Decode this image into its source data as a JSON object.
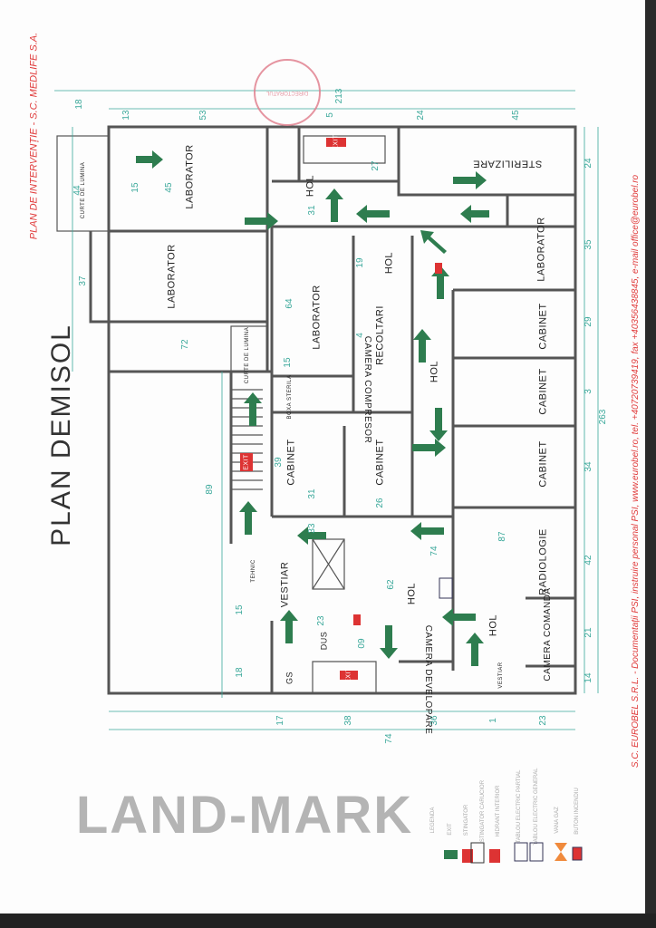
{
  "header": {
    "title": "PLAN DE INTERVENȚIE - S.C. MEDLIFE S.A.",
    "plan_title": "PLAN DEMISOL",
    "watermark": "LAND-MARK",
    "stamp": "DIRECTORATUL"
  },
  "footer": "S.C. EUROBEL S.R.L. - Documentații PSI, instruire personal PSI, www.eurobel.ro, tel. +40720739419, fax +40356438845, e-mail office@eurobel.ro",
  "rooms": [
    "LABORATOR",
    "LABORATOR",
    "LABORATOR",
    "LABORATOR",
    "CURTE DE LUMINA",
    "CURTE DE LUMINA",
    "HOL",
    "HOL",
    "HOL",
    "HOL",
    "HOL",
    "RECOLTARI",
    "CAMERA COMPRESOR",
    "BOXA STERILA",
    "CABINET",
    "CABINET",
    "CABINET",
    "CABINET",
    "CABINET",
    "RADIOLOGIE",
    "CAMERA COMANDA",
    "VESTIAR",
    "DUS",
    "GS",
    "TEHNIC",
    "VESTIAR",
    "STERILIZARE",
    "CAMERA DEVELOPARE"
  ],
  "exit_label": "EXIT",
  "dims": {
    "top": [
      "18",
      "13",
      "53",
      "5",
      "24",
      "45",
      "213"
    ],
    "right": [
      "24",
      "35",
      "29",
      "3",
      "34",
      "42",
      "21",
      "14",
      "263"
    ],
    "bottom": [
      "17",
      "38",
      "36",
      "1",
      "23",
      "74"
    ],
    "left": [
      "44",
      "37",
      "72",
      "89",
      "15",
      "18"
    ],
    "inner": [
      "15",
      "45",
      "31",
      "27",
      "19",
      "64",
      "4",
      "15",
      "39",
      "31",
      "26",
      "33",
      "74",
      "62",
      "87",
      "23",
      "09"
    ]
  },
  "legend": {
    "title": "LEGENDA",
    "items": [
      "EXIT",
      "STINGATOR",
      "STINGATOR CARUCIOR",
      "HIDRANT INTERIOR",
      "TABLOU ELECTRIC PARTIAL",
      "TABLOU ELECTRIC GENERAL",
      "VANA GAZ",
      "BUTON INCENDIU"
    ]
  },
  "colors": {
    "wall": "#555555",
    "dim": "#3aa89a",
    "arrow": "#2e7d4f",
    "red": "#e03b3b"
  }
}
